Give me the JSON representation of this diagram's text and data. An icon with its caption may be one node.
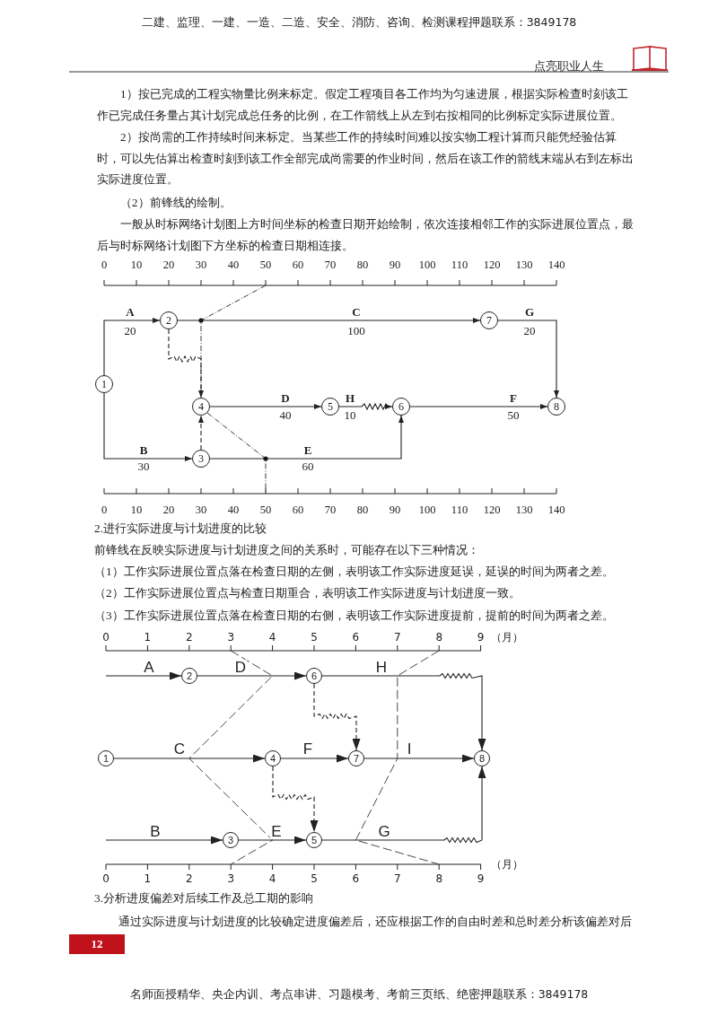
{
  "diagram": {
    "nodes": [
      {
        "text": [
          "1"
        ]
      },
      {
        "text": [
          "2"
        ]
      },
      {
        "text": [
          "3"
        ]
      },
      {
        "text": [
          "4"
        ]
      },
      {
        "text": [
          "5"
        ]
      },
      {
        "text": [
          "6"
        ]
      },
      {
        "text": [
          "7"
        ]
      },
      {
        "text": [
          "8"
        ]
      },
      {
        "text": [
          "1"
        ]
      },
      {
        "text": [
          "2"
        ]
      },
      {
        "text": [
          "3"
        ]
      },
      {
        "text": [
          "4"
        ]
      },
      {
        "text": [
          "5"
        ]
      },
      {
        "text": [
          "6"
        ]
      },
      {
        "text": [
          "7"
        ]
      },
      {
        "text": [
          "8"
        ]
      }
    ],
    "edges": [
      {
        "from": 0,
        "to": 1,
        "arrow": "to",
        "label": "A"
      },
      {
        "from": 1,
        "to": 6,
        "arrow": "to",
        "label": "C"
      },
      {
        "from": 6,
        "to": 7,
        "arrow": "to",
        "label": "G"
      },
      {
        "from": 1,
        "to": 3,
        "arrow": "to",
        "style": "dashed"
      },
      {
        "from": 0,
        "to": 2,
        "arrow": "to",
        "label": "B"
      },
      {
        "from": 2,
        "to": 3,
        "arrow": "to",
        "style": "dashed"
      },
      {
        "from": 3,
        "to": 4,
        "arrow": "to",
        "label": "D"
      },
      {
        "from": 4,
        "to": 5,
        "arrow": "to",
        "label": "H"
      },
      {
        "from": 5,
        "to": 7,
        "arrow": "to",
        "label": "F"
      },
      {
        "from": 2,
        "to": 5,
        "arrow": "to",
        "label": "E"
      },
      {
        "from": null,
        "to": 9,
        "arrow": "to",
        "label": "A"
      },
      {
        "from": 9,
        "to": 13,
        "arrow": "to",
        "label": "D"
      },
      {
        "from": 13,
        "to": 15,
        "arrow": "to",
        "label": "H"
      },
      {
        "from": 13,
        "to": 14,
        "arrow": "to",
        "style": "dashed"
      },
      {
        "from": 8,
        "to": 11,
        "arrow": "to",
        "label": "C"
      },
      {
        "from": 11,
        "to": 14,
        "arrow": "to",
        "label": "F"
      },
      {
        "from": 14,
        "to": 15,
        "arrow": "to",
        "label": "I"
      },
      {
        "from": 11,
        "to": 12,
        "arrow": "to",
        "style": "dashed"
      },
      {
        "from": null,
        "to": 10,
        "arrow": "to",
        "label": "B"
      },
      {
        "from": 10,
        "to": 12,
        "arrow": "to",
        "label": "E"
      },
      {
        "from": 12,
        "to": 15,
        "arrow": "to",
        "label": "G"
      }
    ],
    "labels": [
      "二建、监理、一建、一造、二造、安全、消防、咨询、检测课程押题联系：3849178",
      "点亮职业人生",
      "1）按已完成的工程实物量比例来标定。假定工程项目各工作均为匀速进展，根据实际检查时刻该工作已完成任务量占其计划完成总任务的比例，在工作箭线上从左到右按相同的比例标定实际进展位置。",
      "2）按尚需的工作持续时间来标定。当某些工作的持续时间难以按实物工程计算而只能凭经验估算时，可以先估算出检查时刻到该工作全部完成尚需要的作业时间，然后在该工作的箭线末端从右到左标出实际进度位置。",
      "（2）前锋线的绘制。",
      "一般从时标网络计划图上方时间坐标的检查日期开始绘制，依次连接相邻工作的实际进展位置点，最后与时标网络计划图下方坐标的检查日期相连接。",
      "0",
      "10",
      "20",
      "30",
      "40",
      "50",
      "60",
      "70",
      "80",
      "90",
      "100",
      "110",
      "120",
      "130",
      "140",
      "20",
      "100",
      "20",
      "40",
      "10",
      "50",
      "30",
      "60",
      "0",
      "10",
      "20",
      "30",
      "40",
      "50",
      "60",
      "70",
      "80",
      "90",
      "100",
      "110",
      "120",
      "130",
      "140",
      "2.进行实际进度与计划进度的比较",
      "前锋线在反映实际进度与计划进度之间的关系时，可能存在以下三种情况：",
      "（1）工作实际进展位置点落在检查日期的左侧，表明该工作实际进度延误，延误的时间为两者之差。",
      "（2）工作实际进展位置点与检查日期重合，表明该工作实际进度与计划进度一致。",
      "（3）工作实际进展位置点落在检查日期的右侧，表明该工作实际进度提前，提前的时间为两者之差。",
      "0",
      "1",
      "2",
      "3",
      "4",
      "5",
      "6",
      "7",
      "8",
      "9",
      "（月）",
      "0",
      "1",
      "2",
      "3",
      "4",
      "5",
      "6",
      "7",
      "8",
      "9",
      "（月）",
      "3.分析进度偏差对后续工作及总工期的影响",
      "通过实际进度与计划进度的比较确定进度偏差后，还应根据工作的自由时差和总时差分析该偏差对后",
      "12",
      "名师面授精华、央企内训、考点串讲、习题模考、考前三页纸、绝密押题联系：3849178"
    ]
  }
}
